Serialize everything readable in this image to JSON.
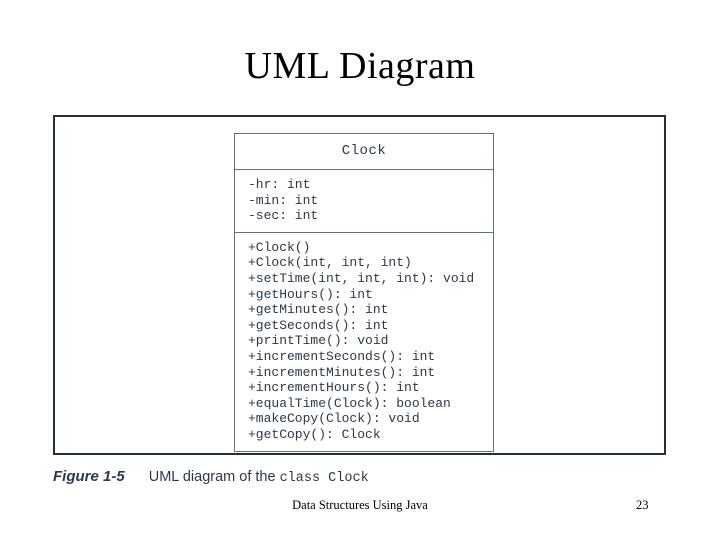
{
  "slide": {
    "title": "UML Diagram"
  },
  "uml": {
    "class_name": "Clock",
    "attributes": [
      "-hr: int",
      "-min: int",
      "-sec: int"
    ],
    "methods": [
      "+Clock()",
      "+Clock(int, int, int)",
      "+setTime(int, int, int): void",
      "+getHours(): int",
      "+getMinutes(): int",
      "+getSeconds(): int",
      "+printTime(): void",
      "+incrementSeconds(): int",
      "+incrementMinutes(): int",
      "+incrementHours(): int",
      "+equalTime(Clock): boolean",
      "+makeCopy(Clock): void",
      "+getCopy(): Clock"
    ]
  },
  "caption": {
    "label": "Figure 1-5",
    "text_before": "UML diagram of the ",
    "text_mono": "class Clock"
  },
  "footer": {
    "book_title": "Data Structures Using Java",
    "page_number": "23"
  },
  "colors": {
    "frame_border": "#222f3d",
    "box_border": "#5f7184",
    "text_ink": "#2b3a4a",
    "title_ink": "#000000",
    "background": "#ffffff"
  }
}
